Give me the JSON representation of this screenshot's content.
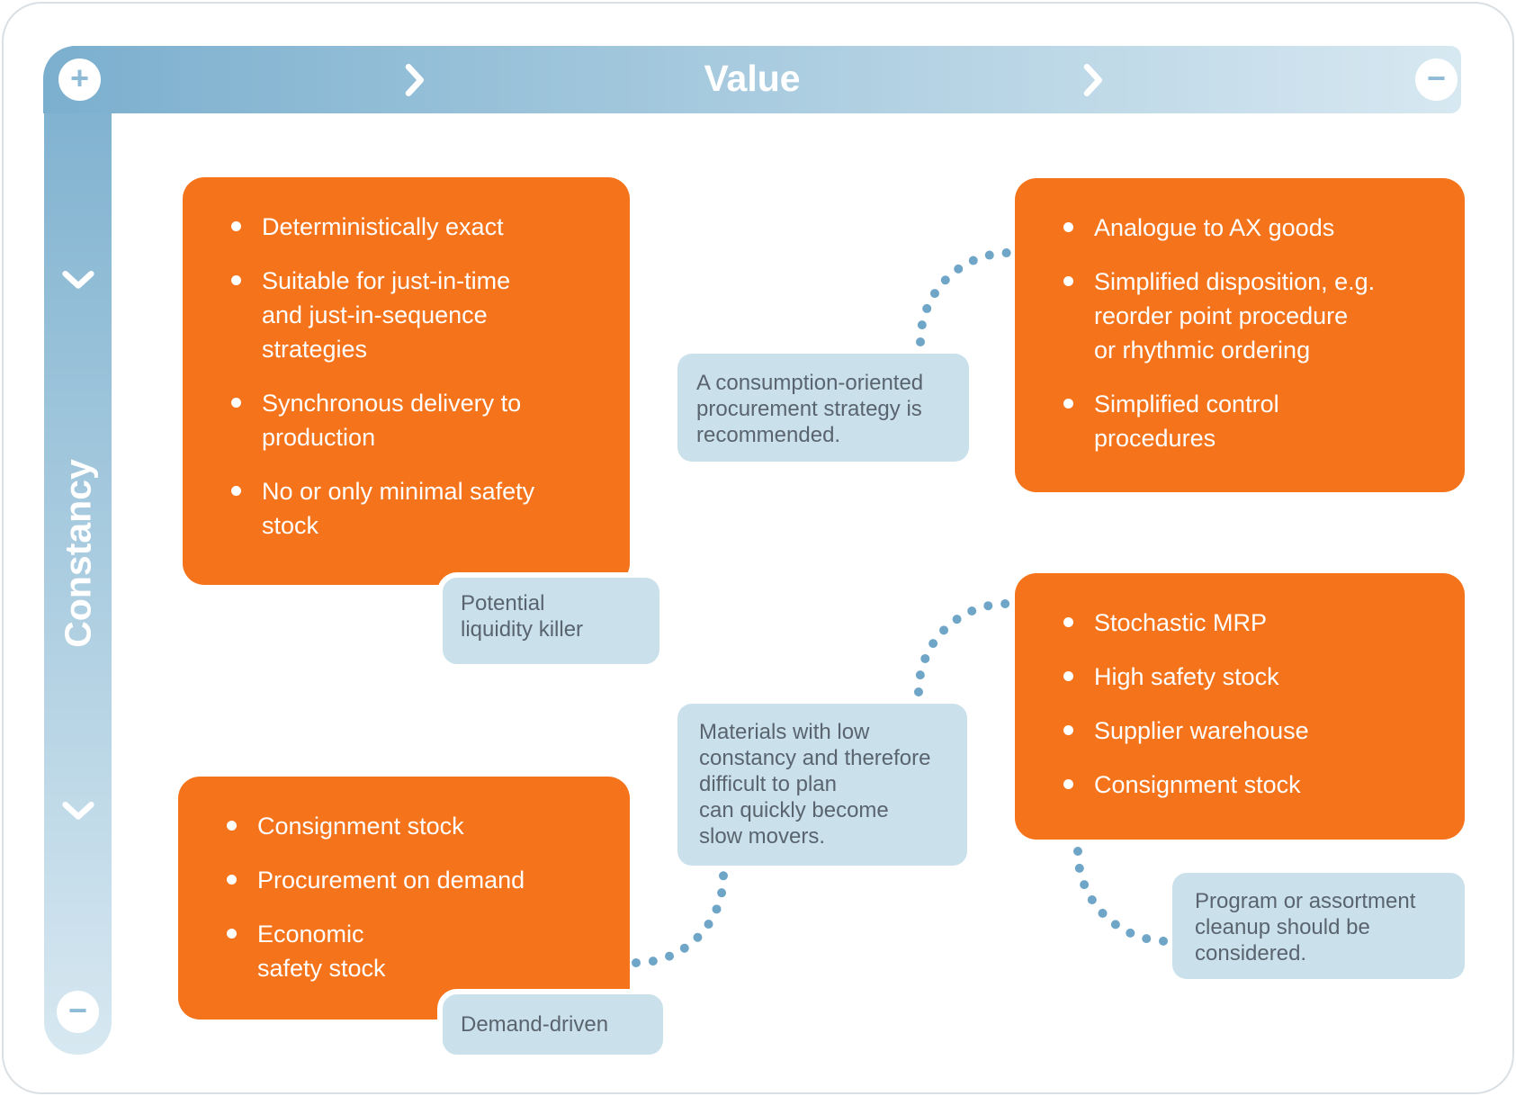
{
  "axes": {
    "x_label": "Value",
    "y_label": "Constancy"
  },
  "controls": {
    "plus_label": "+",
    "minus_label": "−"
  },
  "quadrants": {
    "top_left": {
      "items": [
        "Deterministically exact",
        "Suitable for just-in-time\nand just-in-sequence\nstrategies",
        "Synchronous delivery to\nproduction",
        "No or only minimal safety\nstock"
      ]
    },
    "top_right": {
      "items": [
        "Analogue to AX goods",
        "Simplified disposition, e.g.\nreorder point procedure\nor rhythmic ordering",
        "Simplified control\nprocedures"
      ]
    },
    "bottom_left": {
      "items": [
        "Consignment stock",
        "Procurement on demand",
        "Economic\nsafety stock"
      ]
    },
    "bottom_right": {
      "items": [
        "Stochastic MRP",
        "High safety stock",
        "Supplier warehouse",
        "Consignment stock"
      ]
    }
  },
  "notes": {
    "consumption": "A consumption-oriented\nprocurement strategy is\nrecommended.",
    "liquidity": "Potential\nliquidity killer",
    "materials": "Materials with low\nconstancy and therefore\ndifficult to plan\ncan quickly become\nslow movers.",
    "demand": "Demand-driven",
    "program": "Program or assortment\ncleanup should be\nconsidered."
  },
  "colors": {
    "orange": "#F5731A",
    "note_bg": "#CAE1EC",
    "note_text": "#5A646E",
    "bar_gradient_start": "#7BAFCE",
    "bar_gradient_end": "#D7E8F1",
    "dot_connector": "#6FA6C8"
  }
}
